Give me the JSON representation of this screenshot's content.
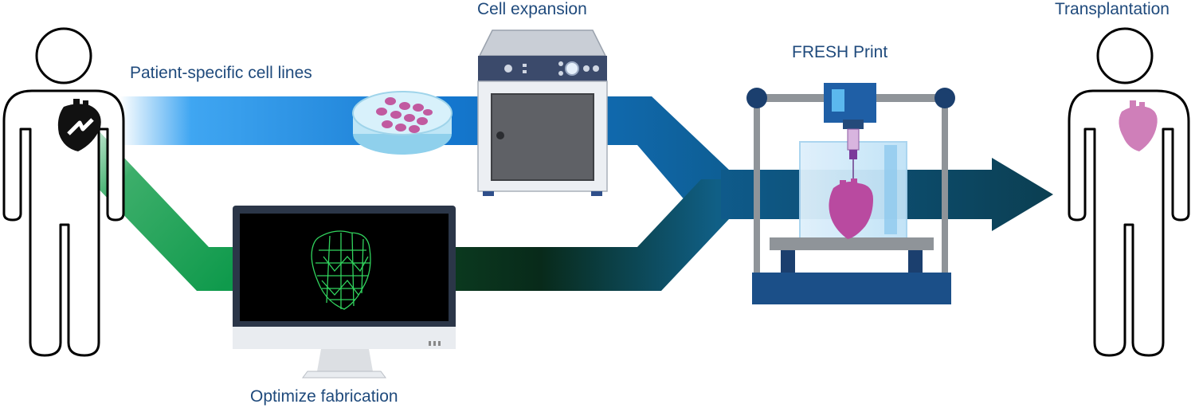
{
  "labels": {
    "patient_cells": "Patient-specific cell lines",
    "cell_expansion": "Cell expansion",
    "fresh_print": "FRESH Print",
    "transplantation": "Transplantation",
    "optimize": "Optimize fabrication"
  },
  "colors": {
    "label_text": "#1f4a7c",
    "blue_path": "#1e8fe6",
    "green_path": "#17a04f",
    "dark_path": "#0c4a5a",
    "heart_pink": "#c45aa6",
    "wireframe_green": "#31d45e"
  },
  "icons": [
    "person-outline-icon",
    "diseased-heart-icon",
    "petri-dish-icon",
    "incubator-icon",
    "computer-monitor-icon",
    "bioprinter-icon",
    "printed-heart-icon",
    "arrow-icon",
    "healthy-heart-icon"
  ]
}
